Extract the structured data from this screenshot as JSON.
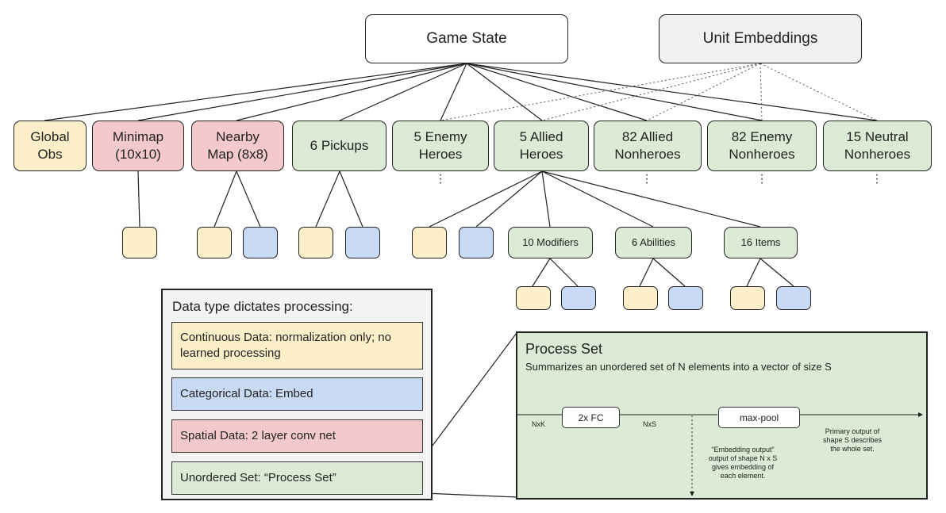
{
  "top_nodes": {
    "game_state": "Game State",
    "unit_embeddings": "Unit Embeddings"
  },
  "level1": {
    "global_obs": "Global\nObs",
    "minimap": "Minimap\n(10x10)",
    "nearby_map": "Nearby\nMap (8x8)",
    "pickups": "6 Pickups",
    "enemy_heroes": "5 Enemy\nHeroes",
    "allied_heroes": "5 Allied\nHeroes",
    "allied_nonheroes": "82 Allied\nNonheroes",
    "enemy_nonheroes": "82 Enemy\nNonheroes",
    "neutral_nonheroes": "15 Neutral\nNonheroes"
  },
  "level2": {
    "modifiers": "10 Modifiers",
    "abilities": "6 Abilities",
    "items": "16 Items"
  },
  "legend": {
    "title": "Data type dictates processing:",
    "continuous": "Continuous Data: normalization only; no learned processing",
    "categorical": "Categorical Data: Embed",
    "spatial": "Spatial Data: 2 layer conv net",
    "unordered": "Unordered Set: “Process Set”"
  },
  "process_set": {
    "title": "Process Set",
    "subtitle": "Summarizes an unordered set of N elements into a vector of size S",
    "fc": "2x FC",
    "maxpool": "max-pool",
    "in_label": "NxK",
    "mid_label": "NxS",
    "embedding_note": "“Embedding output”\noutput of shape N x S\ngives embedding of\neach element.",
    "primary_note": "Primary output of\nshape S describes\nthe whole set."
  },
  "colors": {
    "continuous": "#fdf0c9",
    "categorical": "#c9daf6",
    "spatial": "#f3c9cb",
    "unordered_set": "#dcebd5",
    "top_node": "#ffffff",
    "unit_embeddings": "#f1f1f1"
  }
}
